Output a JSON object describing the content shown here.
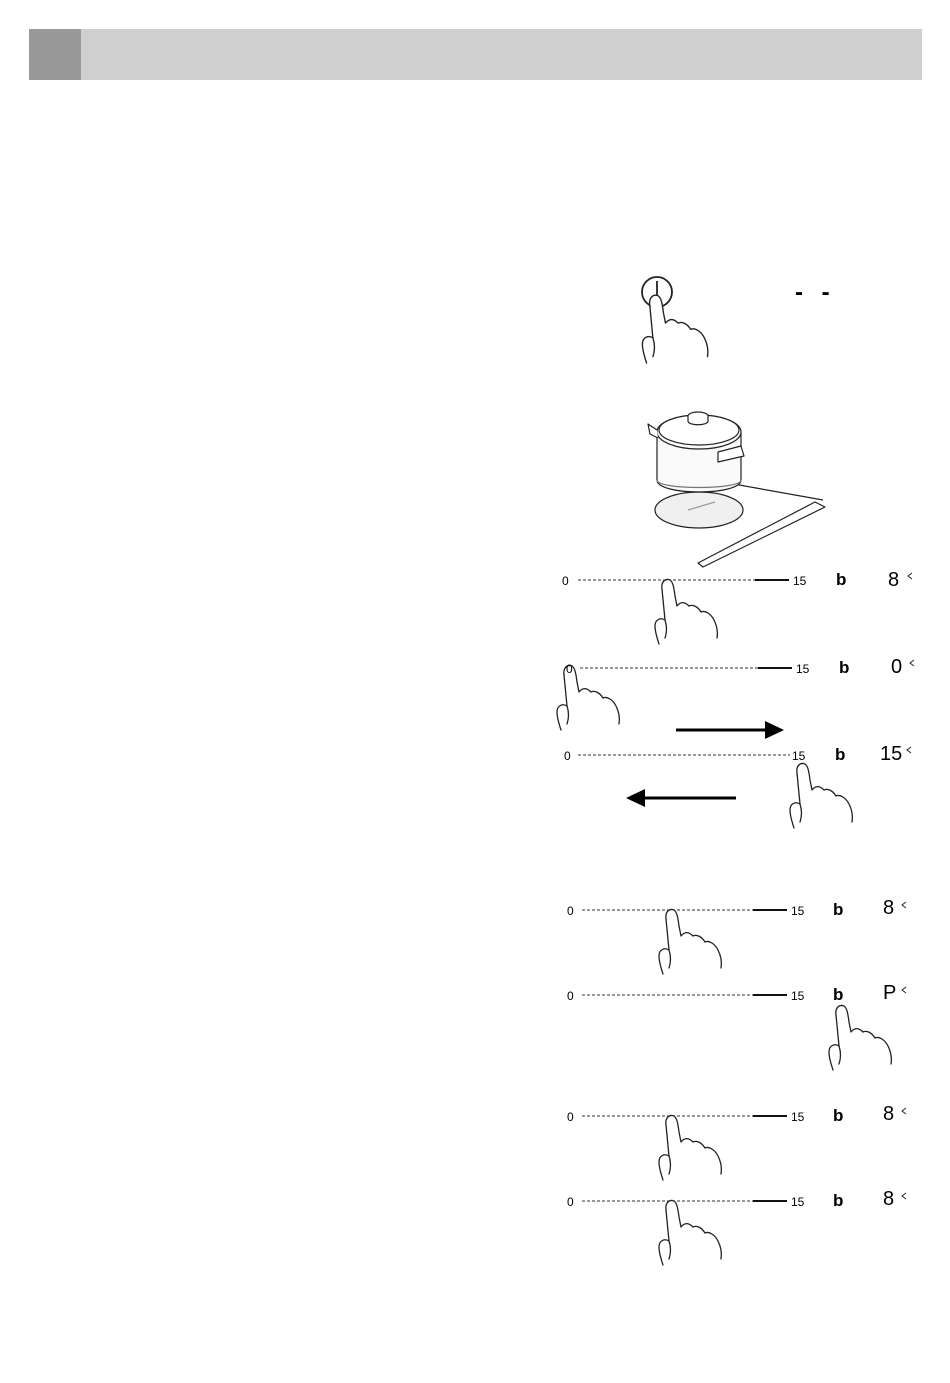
{
  "power_display": "- -",
  "rows": [
    {
      "min": "0",
      "max": "15",
      "booster": "b",
      "level": "8"
    },
    {
      "min": "0",
      "max": "15",
      "booster": "b",
      "level": "0"
    },
    {
      "min": "0",
      "max": "15",
      "booster": "b",
      "level": "15"
    },
    {
      "min": "0",
      "max": "15",
      "booster": "b",
      "level": "8"
    },
    {
      "min": "0",
      "max": "15",
      "booster": "b",
      "level": "P"
    },
    {
      "min": "0",
      "max": "15",
      "booster": "b",
      "level": "8"
    },
    {
      "min": "0",
      "max": "15",
      "booster": "b",
      "level": "8"
    }
  ]
}
